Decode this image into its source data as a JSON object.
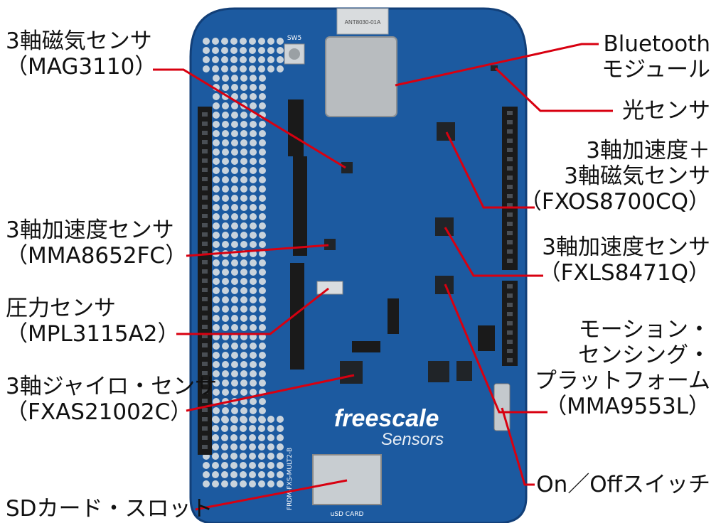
{
  "board": {
    "pcb_color": "#1c5aa0",
    "pcb_edge_color": "#123f78",
    "header_color": "#1a1a1a",
    "pad_color": "#c9d3dc",
    "chip_color": "#202428",
    "leader_color": "#d80010",
    "logo_text": "freescale",
    "logo_sub": "Sensors",
    "silk": {
      "bt_part": "ANT8030-01A",
      "sw_ref": "SW5",
      "model": "FRDM-FXS-MULT2-B",
      "sd_label": "uSD CARD"
    }
  },
  "labels": {
    "mag": [
      "3軸磁気センサ",
      "（MAG3110）"
    ],
    "accel8652": [
      "3軸加速度センサ",
      "（MMA8652FC）"
    ],
    "pressure": [
      "圧力センサ",
      "（MPL3115A2）"
    ],
    "gyro": [
      "3軸ジャイロ・センサ",
      "（FXAS21002C）"
    ],
    "sd": [
      "SDカード・スロット"
    ],
    "bluetooth": [
      "Bluetooth",
      "モジュール"
    ],
    "light": [
      "光センサ"
    ],
    "fxos": [
      "3軸加速度＋",
      "3軸磁気センサ",
      "（FXOS8700CQ）"
    ],
    "fxls": [
      "3軸加速度センサ",
      "（FXLS8471Q）"
    ],
    "motion": [
      "モーション・",
      "センシング・",
      "プラットフォーム",
      "（MMA9553L）"
    ],
    "switch": [
      "On／Offスイッチ"
    ]
  }
}
